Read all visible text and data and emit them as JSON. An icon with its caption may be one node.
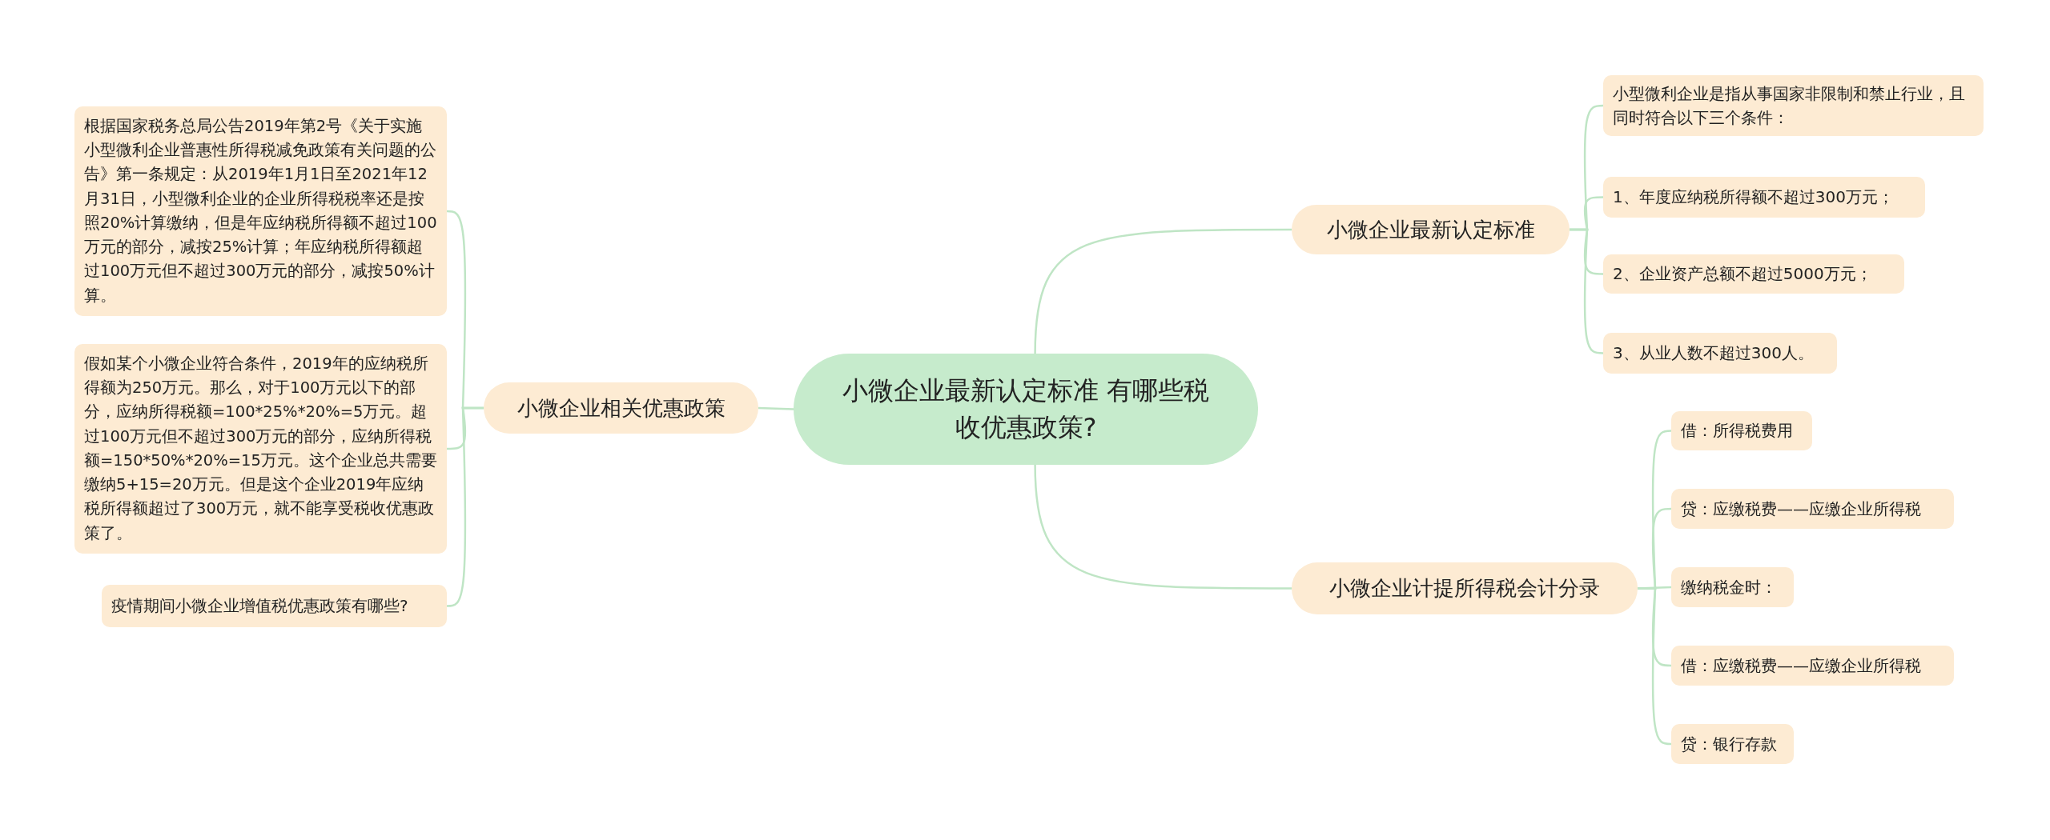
{
  "diagram": {
    "nodes": [
      {
        "text": [
          "小微企业最新认定标准 有哪些税收优惠政策?"
        ]
      },
      {
        "text": [
          "小微企业最新认定标准"
        ]
      },
      {
        "text": [
          "小型微利企业是指从事国家非限制和禁止行业，且同时符合以下三个条件："
        ]
      },
      {
        "text": [
          "1、年度应纳税所得额不超过300万元；"
        ]
      },
      {
        "text": [
          "2、企业资产总额不超过5000万元；"
        ]
      },
      {
        "text": [
          "3、从业人数不超过300人。"
        ]
      },
      {
        "text": [
          "小微企业计提所得税会计分录"
        ]
      },
      {
        "text": [
          "借：所得税费用"
        ]
      },
      {
        "text": [
          "贷：应缴税费——应缴企业所得税"
        ]
      },
      {
        "text": [
          "缴纳税金时："
        ]
      },
      {
        "text": [
          "借：应缴税费——应缴企业所得税"
        ]
      },
      {
        "text": [
          "贷：银行存款"
        ]
      },
      {
        "text": [
          "小微企业相关优惠政策"
        ]
      },
      {
        "text": [
          "根据国家税务总局公告2019年第2号《关于实施小型微利企业普惠性所得税减免政策有关问题的公告》第一条规定：从2019年1月1日至2021年12月31日，小型微利企业的企业所得税税率还是按照20%计算缴纳，但是年应纳税所得额不超过100万元的部分，减按25%计算；年应纳税所得额超过100万元但不超过300万元的部分，减按50%计算。"
        ]
      },
      {
        "text": [
          "假如某个小微企业符合条件，2019年的应纳税所得额为250万元。那么，对于100万元以下的部分，应纳所得税额=100*25%*20%=5万元。超过100万元但不超过300万元的部分，应纳所得税额=150*50%*20%=15万元。这个企业总共需要缴纳5+15=20万元。但是这个企业2019年应纳税所得额超过了300万元，就不能享受税收优惠政策了。"
        ]
      },
      {
        "text": [
          "疫情期间小微企业增值税优惠政策有哪些?"
        ]
      }
    ],
    "edges": [
      {
        "from": 0,
        "to": 1,
        "arrow": "none"
      },
      {
        "from": 1,
        "to": 2,
        "arrow": "none"
      },
      {
        "from": 1,
        "to": 3,
        "arrow": "none"
      },
      {
        "from": 1,
        "to": 4,
        "arrow": "none"
      },
      {
        "from": 1,
        "to": 5,
        "arrow": "none"
      },
      {
        "from": 0,
        "to": 6,
        "arrow": "none"
      },
      {
        "from": 6,
        "to": 7,
        "arrow": "none"
      },
      {
        "from": 6,
        "to": 8,
        "arrow": "none"
      },
      {
        "from": 6,
        "to": 9,
        "arrow": "none"
      },
      {
        "from": 6,
        "to": 10,
        "arrow": "none"
      },
      {
        "from": 6,
        "to": 11,
        "arrow": "none"
      },
      {
        "from": 0,
        "to": 12,
        "arrow": "none"
      },
      {
        "from": 12,
        "to": 13,
        "arrow": "none"
      },
      {
        "from": 12,
        "to": 14,
        "arrow": "none"
      },
      {
        "from": 12,
        "to": 15,
        "arrow": "none"
      }
    ]
  }
}
